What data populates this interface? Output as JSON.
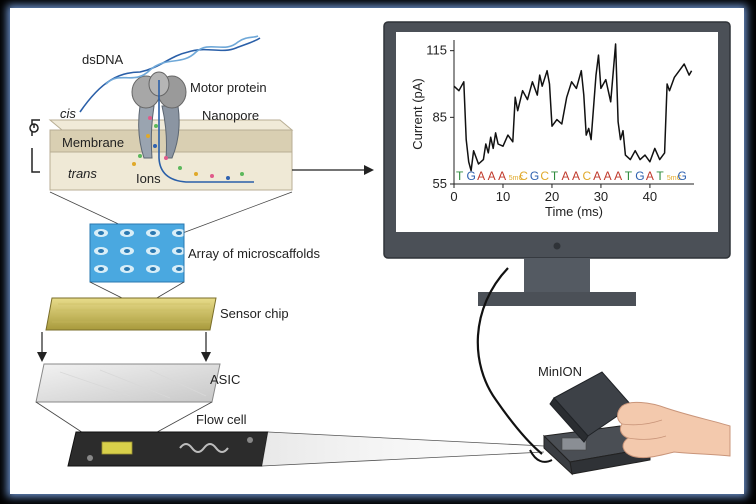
{
  "labels": {
    "dsdna": "dsDNA",
    "motor_protein": "Motor protein",
    "nanopore": "Nanopore",
    "cis": "cis",
    "membrane": "Membrane",
    "trans": "trans",
    "ions": "Ions",
    "array": "Array of microscaffolds",
    "sensor_chip": "Sensor chip",
    "asic": "ASIC",
    "flow_cell": "Flow cell",
    "minion": "MinION"
  },
  "chart_data": {
    "type": "line",
    "xlabel": "Time (ms)",
    "ylabel": "Current (pA)",
    "xlim": [
      0,
      49
    ],
    "ylim": [
      55,
      118
    ],
    "xticks": [
      0,
      10,
      20,
      30,
      40
    ],
    "yticks": [
      55,
      85,
      115
    ],
    "line_color": "#111111",
    "x": [
      0,
      1,
      2,
      2.5,
      3,
      3.5,
      4,
      5,
      6,
      6.5,
      7,
      7.5,
      8,
      8.5,
      9,
      10,
      11,
      12,
      12.5,
      13,
      14,
      15,
      16,
      17,
      17.5,
      18,
      19,
      19.5,
      20,
      21,
      22,
      23,
      24,
      25,
      26,
      26.5,
      27,
      27.5,
      28,
      29,
      29.5,
      30,
      31,
      32,
      33,
      33.5,
      34,
      34.5,
      35,
      36,
      37,
      38,
      39,
      40,
      41,
      42,
      43,
      43.5,
      44,
      45,
      46,
      47,
      48,
      48.5
    ],
    "y": [
      99,
      97,
      101,
      75,
      65,
      61,
      70,
      64,
      66,
      73,
      69,
      76,
      71,
      78,
      73,
      72,
      77,
      74,
      94,
      88,
      97,
      93,
      101,
      95,
      104,
      99,
      106,
      100,
      81,
      84,
      82,
      94,
      101,
      98,
      106,
      95,
      77,
      80,
      75,
      104,
      113,
      98,
      102,
      92,
      118,
      83,
      75,
      79,
      68,
      66,
      70,
      66,
      68,
      65,
      71,
      66,
      69,
      100,
      97,
      103,
      106,
      109,
      104,
      106
    ],
    "sequence": [
      {
        "text": "T",
        "color": "#2e8b3c"
      },
      {
        "text": "G",
        "color": "#2f62b0"
      },
      {
        "text": "A",
        "color": "#c0392b"
      },
      {
        "text": "A",
        "color": "#c0392b"
      },
      {
        "text": "A",
        "color": "#c0392b"
      },
      {
        "text": "5mC",
        "color": "#e0a92a"
      },
      {
        "text": "C",
        "color": "#e0a92a"
      },
      {
        "text": "G",
        "color": "#2f62b0"
      },
      {
        "text": "C",
        "color": "#e0a92a"
      },
      {
        "text": "T",
        "color": "#2e8b3c"
      },
      {
        "text": "A",
        "color": "#c0392b"
      },
      {
        "text": "A",
        "color": "#c0392b"
      },
      {
        "text": "C",
        "color": "#e0a92a"
      },
      {
        "text": "A",
        "color": "#c0392b"
      },
      {
        "text": "A",
        "color": "#c0392b"
      },
      {
        "text": "A",
        "color": "#c0392b"
      },
      {
        "text": "T",
        "color": "#2e8b3c"
      },
      {
        "text": "G",
        "color": "#2f62b0"
      },
      {
        "text": "A",
        "color": "#c0392b"
      },
      {
        "text": "T",
        "color": "#2e8b3c"
      },
      {
        "text": "5mC",
        "color": "#e0a92a"
      },
      {
        "text": "G",
        "color": "#2f62b0"
      }
    ]
  }
}
